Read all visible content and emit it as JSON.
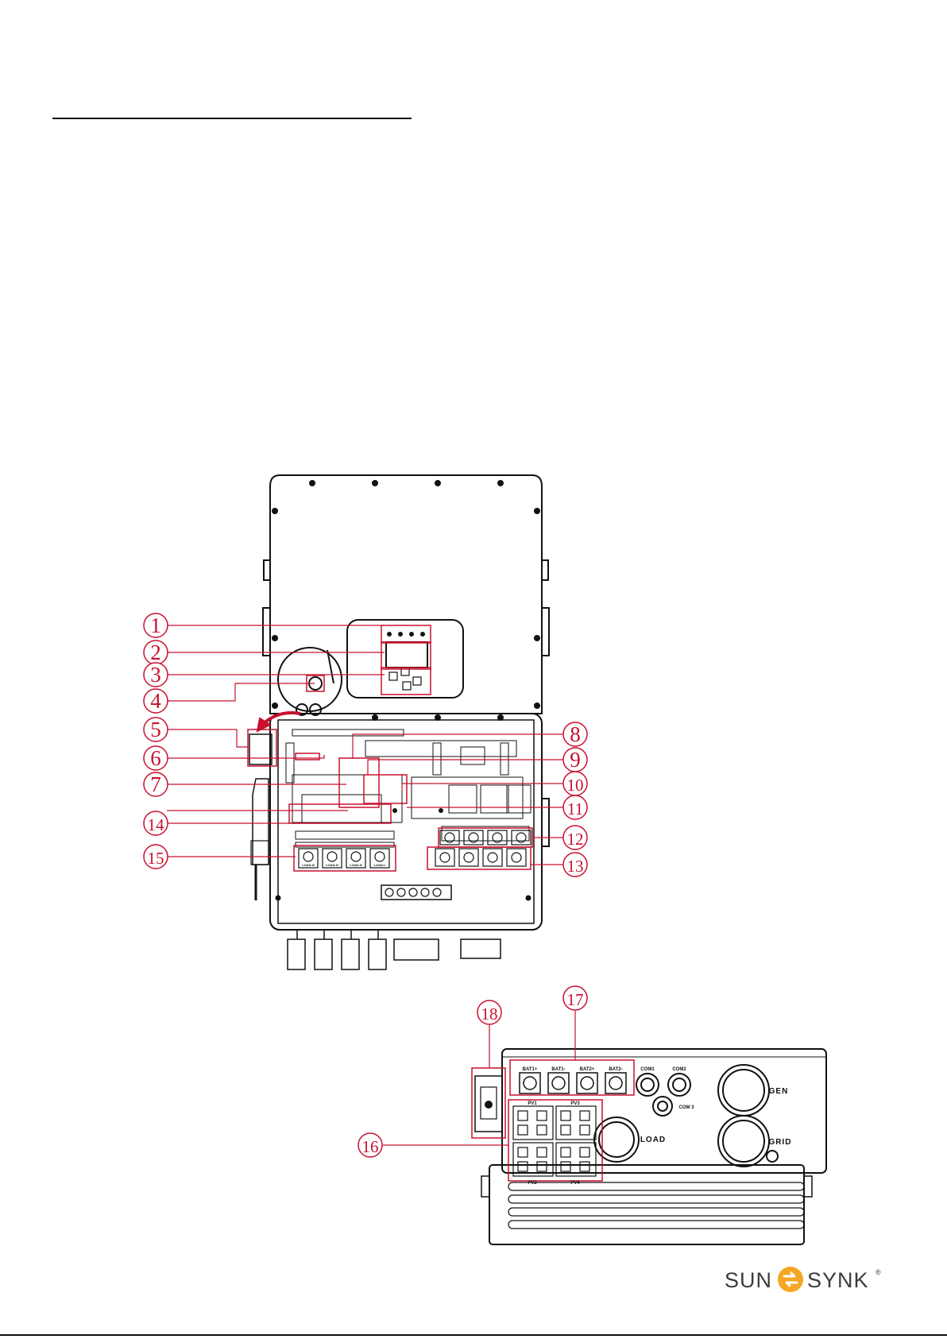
{
  "callouts": [
    "1",
    "2",
    "3",
    "4",
    "5",
    "6",
    "7",
    "8",
    "9",
    "10",
    "11",
    "12",
    "13",
    "14",
    "15",
    "16",
    "17",
    "18"
  ],
  "bottom_view": {
    "battery_ports": [
      "BAT1+",
      "BAT1-",
      "BAT2+",
      "BAT2-"
    ],
    "com_ports": [
      "COM1",
      "COM2",
      "COM 3"
    ],
    "large_ports": [
      "GEN",
      "GRID",
      "LOAD"
    ],
    "pv_labels": [
      "PV1",
      "PV3",
      "PV2",
      "PV4"
    ]
  },
  "load_terminals": [
    "LOAD-N",
    "LOAD-N",
    "LOAD-N",
    "LOAD-L"
  ],
  "logo": {
    "left": "SUN",
    "right": "SYNK",
    "reg": "®",
    "accent_color": "#f5a623"
  },
  "colors": {
    "callout": "#c8102e",
    "line": "#111111"
  }
}
